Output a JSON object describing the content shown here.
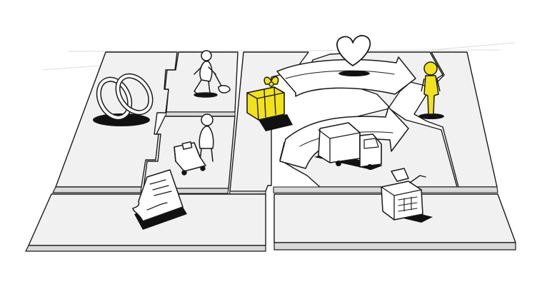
{
  "diagram": {
    "kind": "business-model-canvas-sketch",
    "colors": {
      "background": "#ffffff",
      "board_fill": "#f1f1f1",
      "board_edge": "#d6d6d6",
      "ink": "#1a1a1a",
      "highlight": "#f2e21c",
      "shadow": "#111111"
    },
    "blocks": [
      {
        "key": "key-partners",
        "icon": "interlocked-rings-icon"
      },
      {
        "key": "key-activities",
        "icon": "person-working-icon"
      },
      {
        "key": "key-resources",
        "icon": "person-with-machine-icon"
      },
      {
        "key": "value-propositions",
        "icon": "gift-box-icon"
      },
      {
        "key": "customer-relationships",
        "icon": "heart-icon"
      },
      {
        "key": "channels",
        "icon": "delivery-truck-icon"
      },
      {
        "key": "customer-segments",
        "icon": "customer-figure-icon"
      },
      {
        "key": "cost-structure",
        "icon": "bill-document-icon"
      },
      {
        "key": "revenue-streams",
        "icon": "cash-register-icon"
      }
    ]
  }
}
